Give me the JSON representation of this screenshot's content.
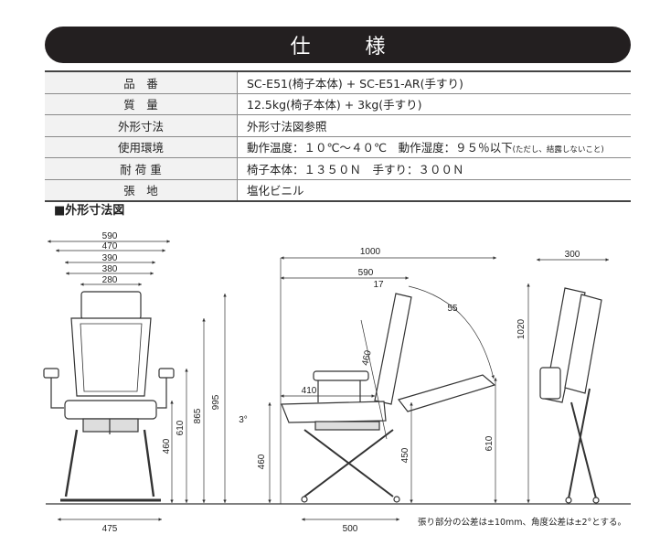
{
  "title": {
    "c1": "仕",
    "c2": "様"
  },
  "specs": [
    {
      "label": "品　番",
      "value": "SC-E51(椅子本体) + SC-E51-AR(手すり)"
    },
    {
      "label": "質　量",
      "value": "12.5kg(椅子本体) + 3kg(手すり)"
    },
    {
      "label": "外形寸法",
      "value": "外形寸法図参照"
    },
    {
      "label": "使用環境",
      "value": "動作温度：１０℃〜４０℃　動作湿度：９５％以下",
      "note": "(ただし、結露しないこと)"
    },
    {
      "label": "耐 荷 重",
      "value": "椅子本体：１３５０Ｎ　手すり：３００Ｎ"
    },
    {
      "label": "張　地",
      "value": "塩化ビニル"
    }
  ],
  "section_title": "■外形寸法図",
  "dims": {
    "front": {
      "w590": "590",
      "w470": "470",
      "w390": "390",
      "w380": "380",
      "w280": "280",
      "h995": "995",
      "h865": "865",
      "h610": "610",
      "h460": "460",
      "base": "475"
    },
    "side": {
      "w1000": "1000",
      "w590": "590",
      "a17": "17",
      "a55": "55",
      "h460": "460",
      "w410": "410",
      "tilt": "3°",
      "h460b": "460",
      "h450": "450",
      "h610": "610",
      "base": "500"
    },
    "folded": {
      "w300": "300",
      "h1020": "1020"
    }
  },
  "footnote": "張り部分の公差は±10mm、角度公差は±2°とする。"
}
